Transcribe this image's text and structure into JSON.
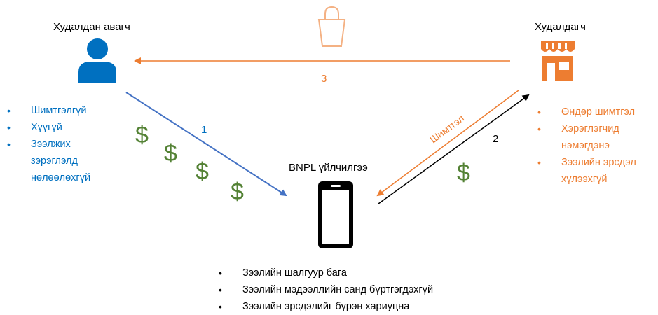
{
  "buyer": {
    "label": "Худалдан авагч",
    "benefits": [
      "Шимтгэлгүй",
      "Хүүгүй",
      "Зээлжих зэрэглэлд нөлөөлөхгүй"
    ],
    "color": "#0070c0"
  },
  "seller": {
    "label": "Худалдагч",
    "benefits": [
      "Өндөр шимтгэл",
      "Хэрэглэгчид нэмэгдэнэ",
      "Зээлийн эрсдэл хүлээхгүй"
    ],
    "color": "#ed7d31"
  },
  "bnpl": {
    "label": "BNPL үйлчилгээ",
    "points": [
      "Зээлийн шалгуур бага",
      "Зээлийн мэдээллийн санд бүртгэгдэхгүй",
      "Зээлийн эрсдэлийг бүрэн хариуцна"
    ]
  },
  "flows": {
    "step1": "1",
    "step2": "2",
    "step3": "3",
    "fee_label": "Шимтгэл",
    "dollar": "$"
  },
  "icons": [
    "person-icon",
    "store-icon",
    "shopping-bag-icon",
    "smartphone-icon"
  ],
  "colors": {
    "money": "#548235",
    "buyer": "#0070c0",
    "seller": "#ed7d31"
  }
}
